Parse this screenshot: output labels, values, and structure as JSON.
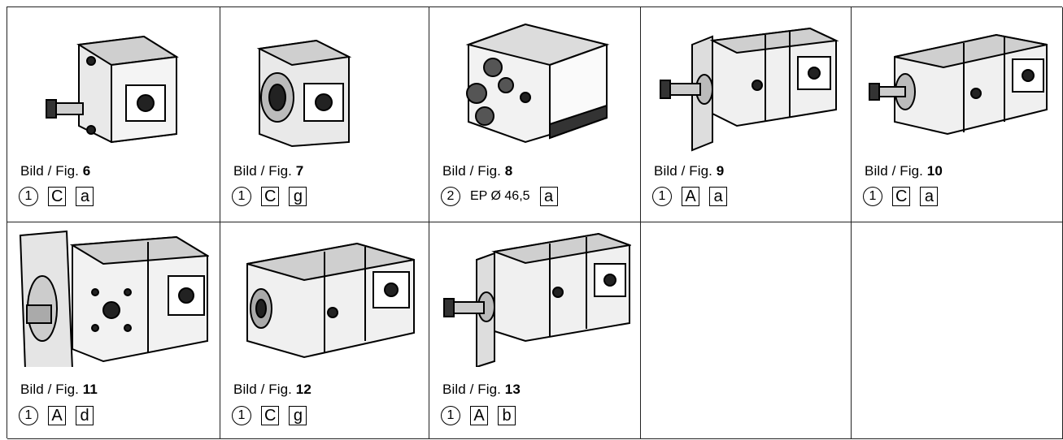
{
  "figures": [
    {
      "caption_prefix": "Bild / Fig.",
      "number": "6",
      "circle": "1",
      "ep": "",
      "codes": [
        "C",
        "a"
      ]
    },
    {
      "caption_prefix": "Bild / Fig.",
      "number": "7",
      "circle": "1",
      "ep": "",
      "codes": [
        "C",
        "g"
      ]
    },
    {
      "caption_prefix": "Bild / Fig.",
      "number": "8",
      "circle": "2",
      "ep": "EP Ø 46,5",
      "codes": [
        "a"
      ]
    },
    {
      "caption_prefix": "Bild / Fig.",
      "number": "9",
      "circle": "1",
      "ep": "",
      "codes": [
        "A",
        "a"
      ]
    },
    {
      "caption_prefix": "Bild / Fig.",
      "number": "10",
      "circle": "1",
      "ep": "",
      "codes": [
        "C",
        "a"
      ]
    },
    {
      "caption_prefix": "Bild / Fig.",
      "number": "11",
      "circle": "1",
      "ep": "",
      "codes": [
        "A",
        "d"
      ]
    },
    {
      "caption_prefix": "Bild / Fig.",
      "number": "12",
      "circle": "1",
      "ep": "",
      "codes": [
        "C",
        "g"
      ]
    },
    {
      "caption_prefix": "Bild / Fig.",
      "number": "13",
      "circle": "1",
      "ep": "",
      "codes": [
        "A",
        "b"
      ]
    }
  ],
  "icons": {
    "fig6": "gear-pump-compact-icon",
    "fig7": "gear-pump-short-icon",
    "fig8": "gear-pump-block-icon",
    "fig9": "gear-pump-flange-icon",
    "fig10": "gear-pump-long-icon",
    "fig11": "gear-pump-flange-large-icon",
    "fig12": "gear-pump-tandem-icon",
    "fig13": "gear-pump-tandem-flange-icon"
  }
}
